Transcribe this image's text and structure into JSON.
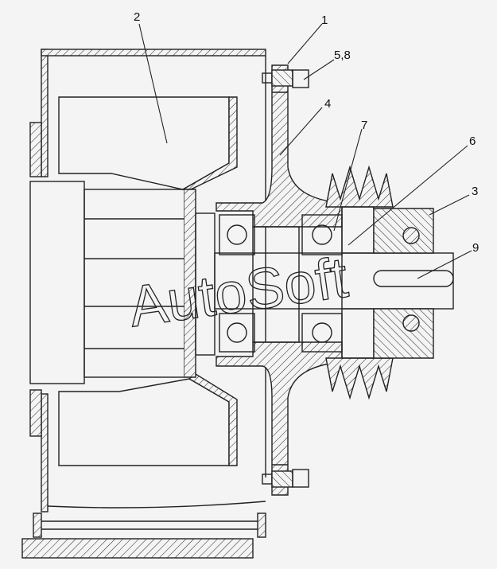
{
  "callouts": {
    "c1": "1",
    "c2": "2",
    "c3": "3",
    "c4": "4",
    "c5_8": "5,8",
    "c6": "6",
    "c7": "7",
    "c9": "9"
  },
  "watermark": "AutoSoft"
}
